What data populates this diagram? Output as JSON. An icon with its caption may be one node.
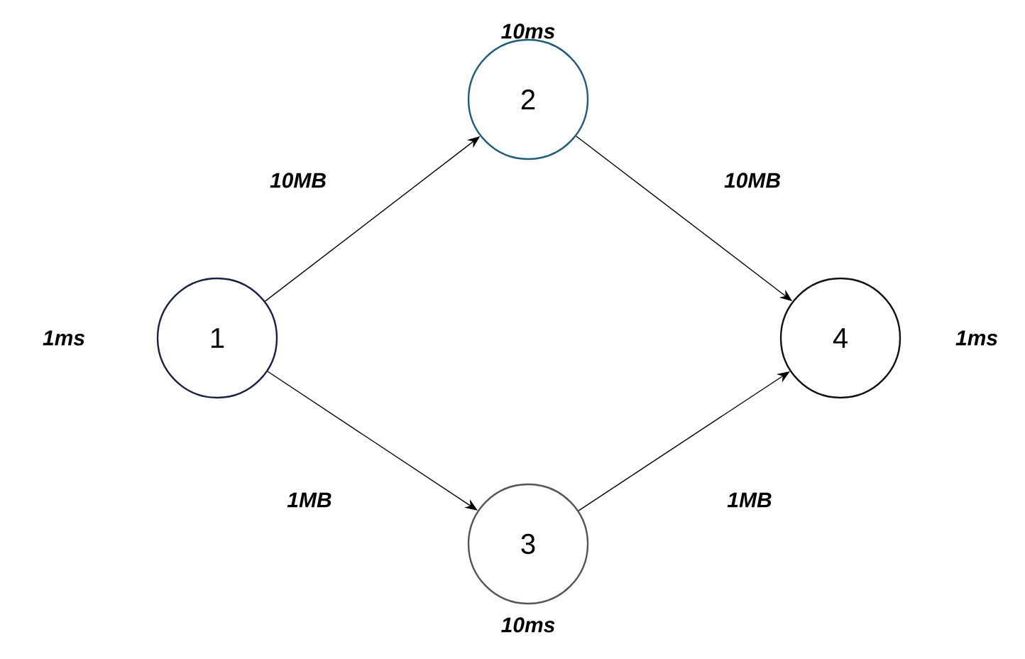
{
  "diagram": {
    "nodes": [
      {
        "text": [
          "1"
        ],
        "beside": [
          "1ms"
        ]
      },
      {
        "text": [
          "2"
        ],
        "beside": [
          "10ms"
        ]
      },
      {
        "text": [
          "3"
        ],
        "beside": [
          "10ms"
        ]
      },
      {
        "text": [
          "4"
        ],
        "beside": [
          "1ms"
        ]
      }
    ],
    "edges": [
      {
        "from": 0,
        "to": 1,
        "arrow": "to",
        "label": "10MB"
      },
      {
        "from": 1,
        "to": 3,
        "arrow": "to",
        "label": "10MB"
      },
      {
        "from": 0,
        "to": 2,
        "arrow": "to",
        "label": "1MB"
      },
      {
        "from": 2,
        "to": 3,
        "arrow": "to",
        "label": "1MB"
      }
    ]
  }
}
